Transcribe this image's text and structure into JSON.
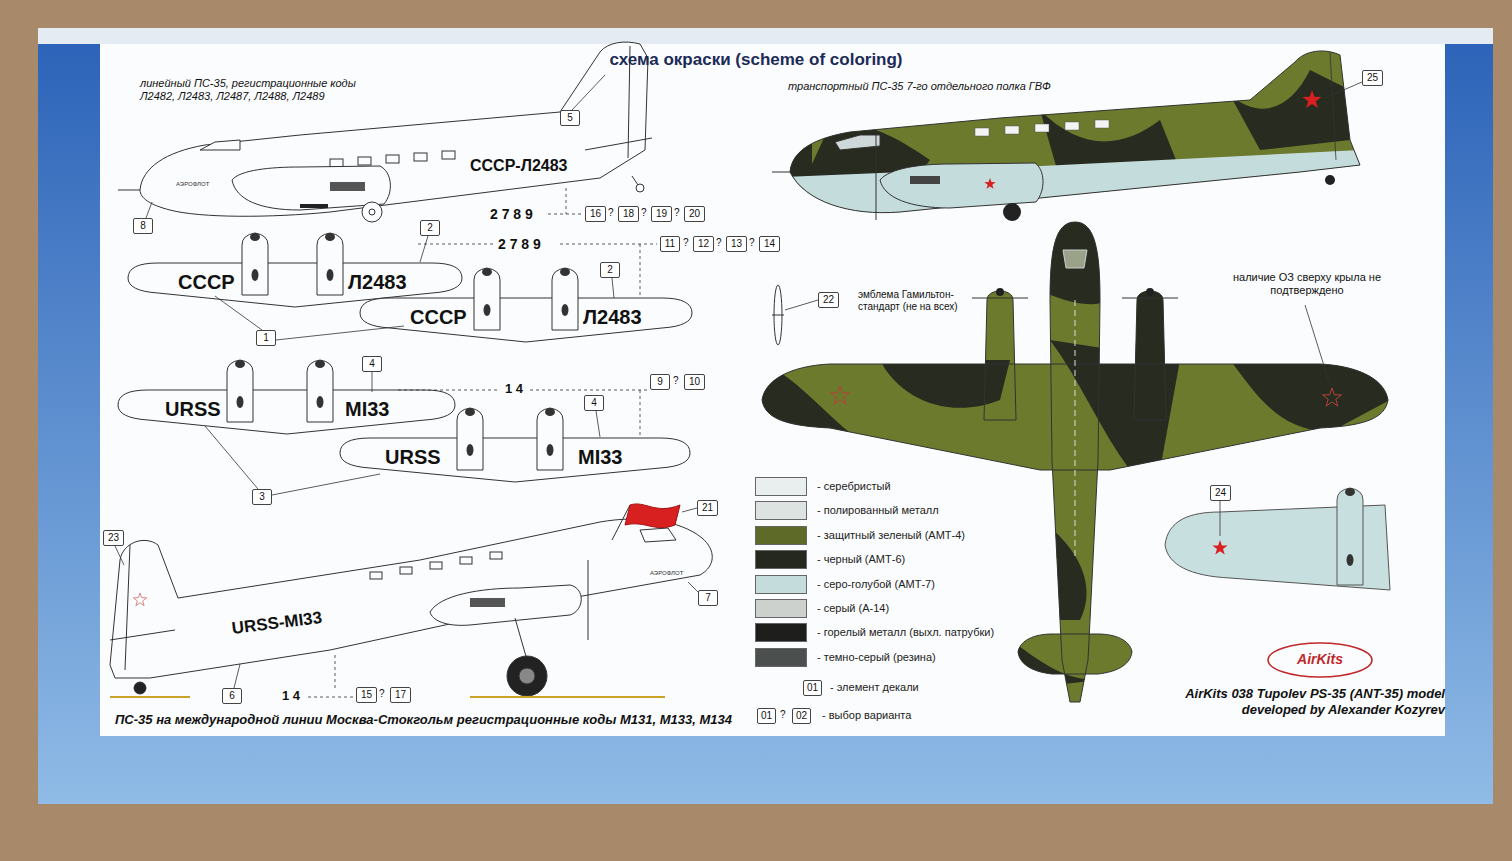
{
  "diagram": {
    "title": "схема окраски (scheme of coloring)",
    "nodes": [
      {
        "text": [
          "5"
        ]
      },
      {
        "text": [
          "8"
        ]
      },
      {
        "text": [
          "16"
        ]
      },
      {
        "text": [
          "18"
        ]
      },
      {
        "text": [
          "19"
        ]
      },
      {
        "text": [
          "20"
        ]
      },
      {
        "text": [
          "11"
        ]
      },
      {
        "text": [
          "12"
        ]
      },
      {
        "text": [
          "13"
        ]
      },
      {
        "text": [
          "14"
        ]
      },
      {
        "text": [
          "2"
        ]
      },
      {
        "text": [
          "2"
        ]
      },
      {
        "text": [
          "1"
        ]
      },
      {
        "text": [
          "4"
        ]
      },
      {
        "text": [
          "9"
        ]
      },
      {
        "text": [
          "10"
        ]
      },
      {
        "text": [
          "4"
        ]
      },
      {
        "text": [
          "3"
        ]
      },
      {
        "text": [
          "23"
        ]
      },
      {
        "text": [
          "21"
        ]
      },
      {
        "text": [
          "7"
        ]
      },
      {
        "text": [
          "6"
        ]
      },
      {
        "text": [
          "15"
        ]
      },
      {
        "text": [
          "17"
        ]
      },
      {
        "text": [
          "25"
        ]
      },
      {
        "text": [
          "22"
        ]
      },
      {
        "text": [
          "24"
        ]
      }
    ],
    "labels": [
      "линейный ПС-35, регистрационные коды Л2482, Л2483, Л2487, Л2488, Л2489",
      "СССР-Л2483",
      "АЭРОФЛОТ",
      "2 7 8 9",
      "?",
      "?",
      "?",
      "2 7 8 9",
      "?",
      "?",
      "?",
      "СССР",
      "Л2483",
      "СССР",
      "Л2483",
      "1 4",
      "?",
      "URSS",
      "MI33",
      "URSS",
      "MI33",
      "АЭРОФЛОТ",
      "URSS-MI33",
      "1 4",
      "?",
      "ПС-35 на международной линии Москва-Стокгольм регистрационные коды М131, М133, М134",
      "транспортный ПС-35 7-го отдельного полка ГВФ",
      "эмблема Гамильтон-стандарт (не на всех)",
      "наличие ОЗ сверху крыла не подтверждено",
      "01",
      "01",
      "?",
      "02",
      "AirKits",
      "AirKits 038 Tupolev PS-35 (ANT-35) model developed by Alexander Kozyrev"
    ],
    "legend": [
      {
        "text": "- серебристый",
        "color": "#e9eeee"
      },
      {
        "text": "- полированный металл",
        "color": "#dde3e1"
      },
      {
        "text": "- защитный зеленый (АМТ-4)",
        "color": "#5d6a28"
      },
      {
        "text": "- черный (АМТ-6)",
        "color": "#24281f"
      },
      {
        "text": "- серо-голубой (АМТ-7)",
        "color": "#c4dcdc"
      },
      {
        "text": "- серый (А-14)",
        "color": "#cdd1cd"
      },
      {
        "text": "- горелый металл (выхл. патрубки)",
        "color": "#1e1f1c"
      },
      {
        "text": "- темно-серый (резина)",
        "color": "#4b4f4d"
      },
      {
        "text": "- элемент декали"
      },
      {
        "text": "- выбор варианта"
      }
    ]
  }
}
